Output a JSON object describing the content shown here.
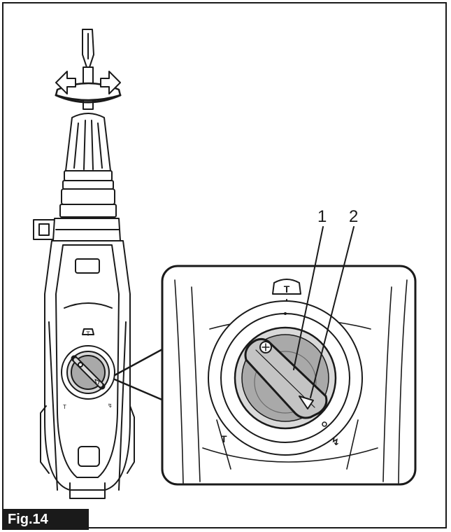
{
  "figure": {
    "label": "Fig.14"
  },
  "callouts": [
    "1",
    "2"
  ],
  "colors": {
    "line": "#1a1a1a",
    "fill_gray": "#a9a9a9",
    "fill_light": "#d9d9d9",
    "label_bg": "#1a1a1a",
    "label_text": "#ffffff"
  }
}
